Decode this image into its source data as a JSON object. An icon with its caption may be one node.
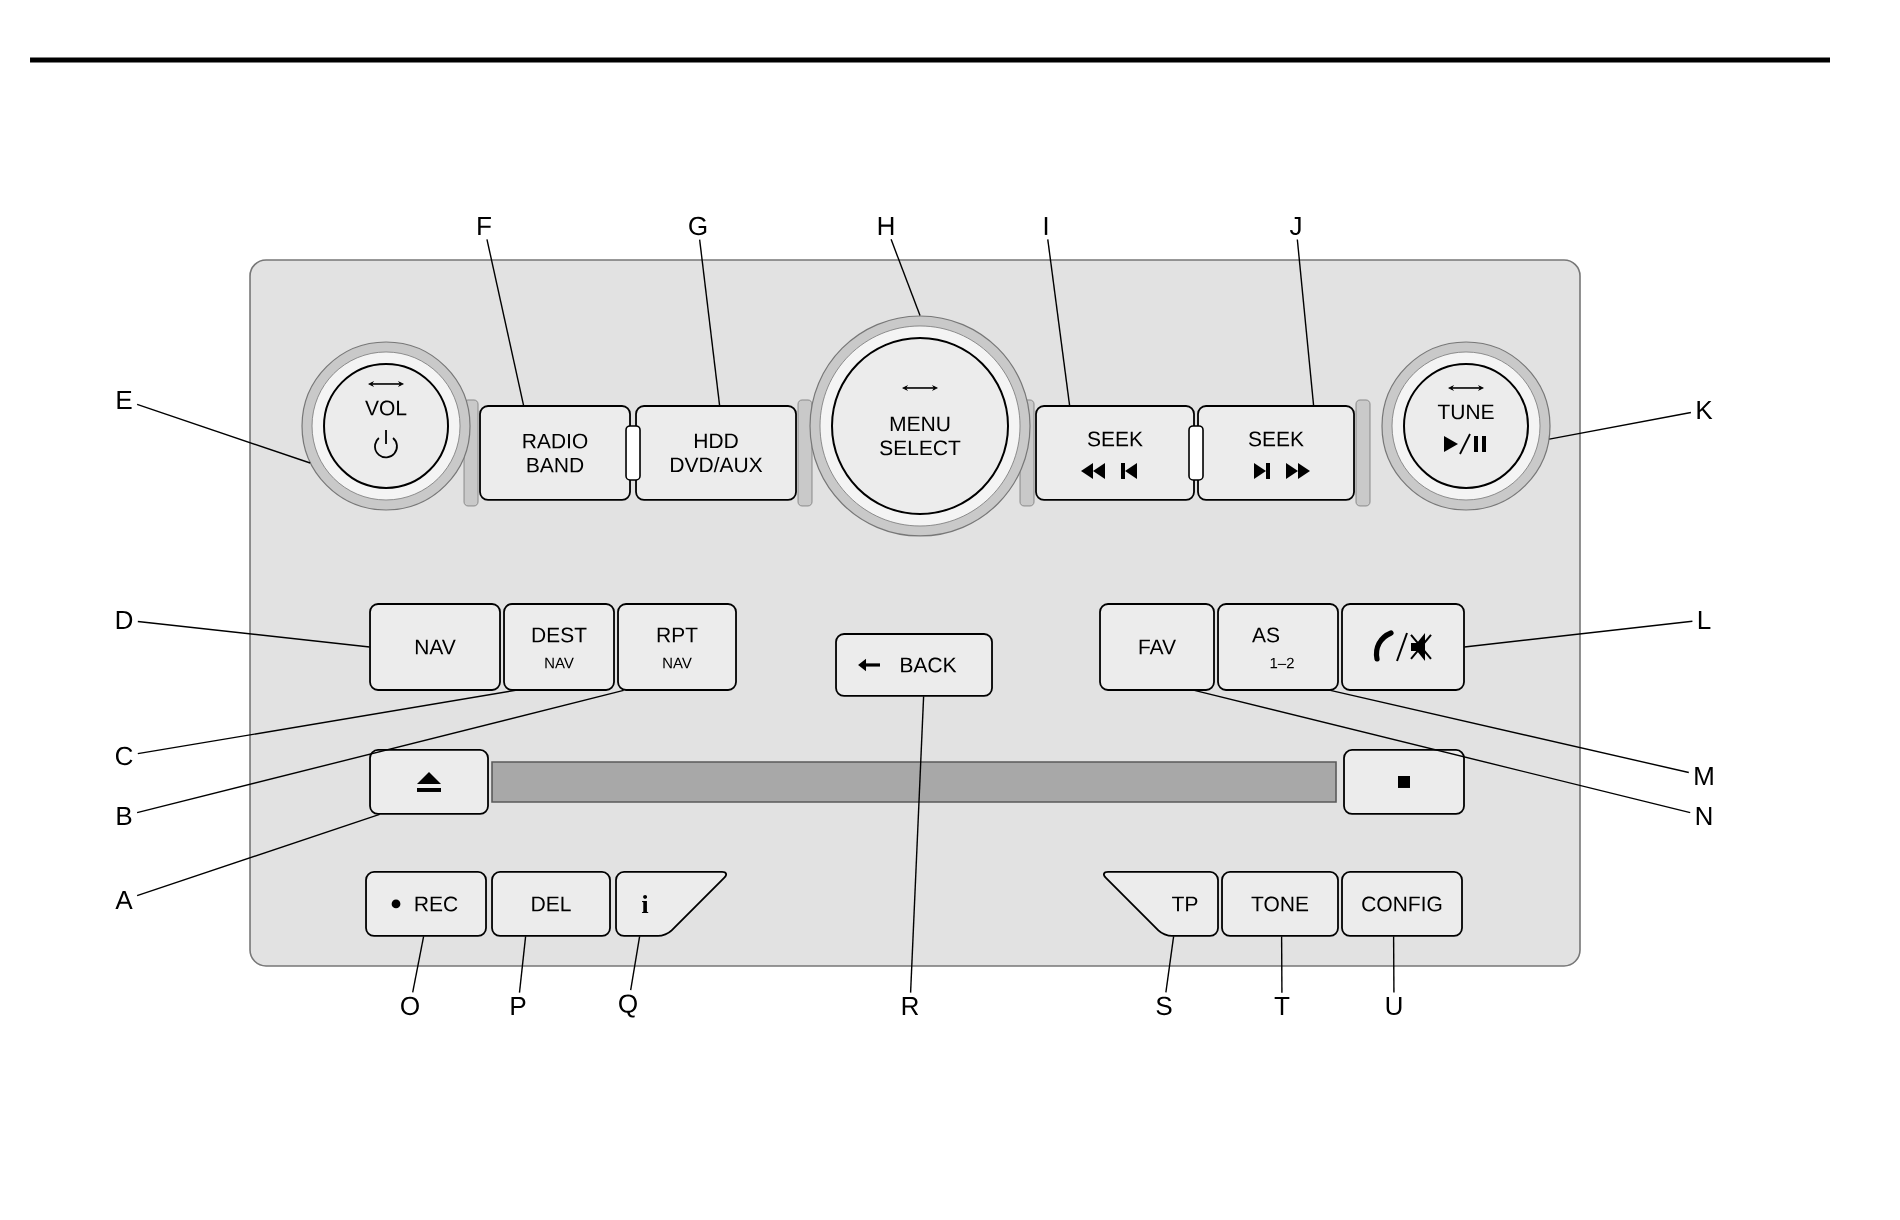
{
  "diagram": {
    "nodes": [
      {
        "text": [
          "VOL"
        ]
      },
      {
        "text": [
          "RADIO BAND"
        ]
      },
      {
        "text": [
          "HDD DVD/AUX"
        ]
      },
      {
        "text": [
          "MENU SELECT"
        ]
      },
      {
        "text": [
          "SEEK"
        ]
      },
      {
        "text": [
          "SEEK"
        ]
      },
      {
        "text": [
          "TUNE"
        ]
      },
      {
        "text": [
          "NAV"
        ]
      },
      {
        "text": [
          "DEST",
          "NAV"
        ]
      },
      {
        "text": [
          "RPT",
          "NAV"
        ]
      },
      {
        "text": [
          "BACK"
        ]
      },
      {
        "text": [
          "FAV"
        ]
      },
      {
        "text": [
          "AS",
          "1–2"
        ]
      },
      {
        "text": [],
        "shape": "box"
      },
      {
        "text": [],
        "shape": "box"
      },
      {
        "text": [],
        "shape": "box"
      },
      {
        "text": [
          "REC"
        ]
      },
      {
        "text": [
          "DEL"
        ]
      },
      {
        "text": [
          "i"
        ]
      },
      {
        "text": [
          "TP"
        ]
      },
      {
        "text": [
          "TONE"
        ]
      },
      {
        "text": [
          "CONFIG"
        ]
      },
      {
        "text": [
          "F"
        ]
      },
      {
        "text": [
          "G"
        ]
      },
      {
        "text": [
          "H"
        ]
      },
      {
        "text": [
          "I"
        ]
      },
      {
        "text": [
          "J"
        ]
      },
      {
        "text": [
          "E"
        ]
      },
      {
        "text": [
          "K"
        ]
      },
      {
        "text": [
          "D"
        ]
      },
      {
        "text": [
          "L"
        ]
      },
      {
        "text": [
          "C"
        ]
      },
      {
        "text": [
          "M"
        ]
      },
      {
        "text": [
          "B"
        ]
      },
      {
        "text": [
          "N"
        ]
      },
      {
        "text": [
          "A"
        ]
      },
      {
        "text": [
          "O"
        ]
      },
      {
        "text": [
          "P"
        ]
      },
      {
        "text": [
          "Q"
        ]
      },
      {
        "text": [
          "R"
        ]
      },
      {
        "text": [
          "S"
        ]
      },
      {
        "text": [
          "T"
        ]
      },
      {
        "text": [
          "U"
        ]
      },
      {
        "text": [],
        "shape": "bar"
      }
    ],
    "edges": [
      {
        "from": 22,
        "to": 1,
        "arrow": "none"
      },
      {
        "from": 23,
        "to": 2,
        "arrow": "none"
      },
      {
        "from": 24,
        "to": 3,
        "arrow": "none"
      },
      {
        "from": 25,
        "to": 4,
        "arrow": "none"
      },
      {
        "from": 26,
        "to": 5,
        "arrow": "none"
      },
      {
        "from": 27,
        "to": 0,
        "arrow": "none"
      },
      {
        "from": 28,
        "to": 6,
        "arrow": "none"
      },
      {
        "from": 29,
        "to": 7,
        "arrow": "none"
      },
      {
        "from": 30,
        "to": 13,
        "arrow": "none"
      },
      {
        "from": 31,
        "to": 8,
        "arrow": "none"
      },
      {
        "from": 32,
        "to": 12,
        "arrow": "none"
      },
      {
        "from": 33,
        "to": 9,
        "arrow": "none"
      },
      {
        "from": 34,
        "to": 11,
        "arrow": "none"
      },
      {
        "from": 35,
        "to": 14,
        "arrow": "none"
      },
      {
        "from": 36,
        "to": 16,
        "arrow": "none"
      },
      {
        "from": 37,
        "to": 17,
        "arrow": "none"
      },
      {
        "from": 38,
        "to": 18,
        "arrow": "none"
      },
      {
        "from": 39,
        "to": 10,
        "arrow": "none"
      },
      {
        "from": 40,
        "to": 19,
        "arrow": "none"
      },
      {
        "from": 41,
        "to": 20,
        "arrow": "none"
      },
      {
        "from": 42,
        "to": 21,
        "arrow": "none"
      }
    ]
  }
}
